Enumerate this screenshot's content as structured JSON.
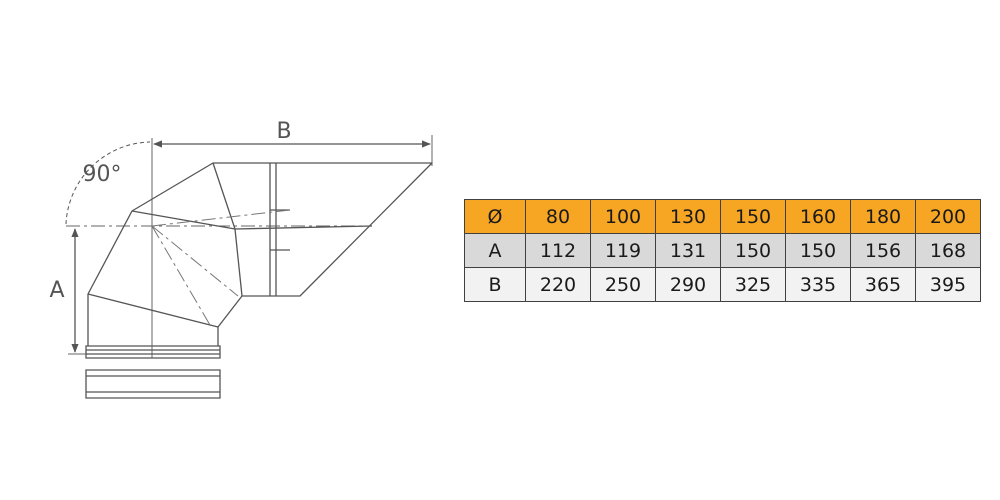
{
  "drawing": {
    "dim_b_label": "B",
    "dim_a_label": "A",
    "angle_label": "90°"
  },
  "table": {
    "header": [
      "Ø",
      "80",
      "100",
      "130",
      "150",
      "160",
      "180",
      "200"
    ],
    "rows": [
      [
        "A",
        "112",
        "119",
        "131",
        "150",
        "150",
        "156",
        "168"
      ],
      [
        "B",
        "220",
        "250",
        "290",
        "325",
        "335",
        "365",
        "395"
      ]
    ]
  },
  "colors": {
    "header_bg": "#f6a623",
    "row_a_bg": "#d9d9d9",
    "row_b_bg": "#f2f2f2",
    "line": "#555555"
  }
}
